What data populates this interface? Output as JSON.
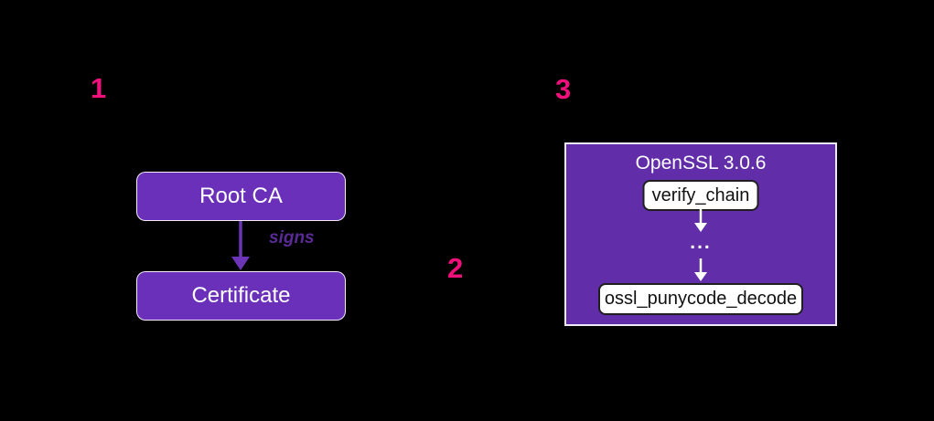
{
  "steps": [
    "1",
    "2",
    "3"
  ],
  "left_diagram": {
    "root_ca_label": "Root CA",
    "certificate_label": "Certificate",
    "edge_label": "signs"
  },
  "right_diagram": {
    "title": "OpenSSL 3.0.6",
    "top_node": "verify_chain",
    "ellipsis": "...",
    "bottom_node": "ossl_punycode_decode"
  },
  "colors": {
    "background": "#000000",
    "step_number_pink": "#F0107C",
    "node_purple": "#6A30B9",
    "container_purple": "#612DA8",
    "edge_arrow_purple": "#6C35B8",
    "edge_label_purple": "#5A2B96",
    "node_text": "#FFFFFF",
    "white_node_bg": "#FFFFFF",
    "white_node_text": "#111111"
  }
}
